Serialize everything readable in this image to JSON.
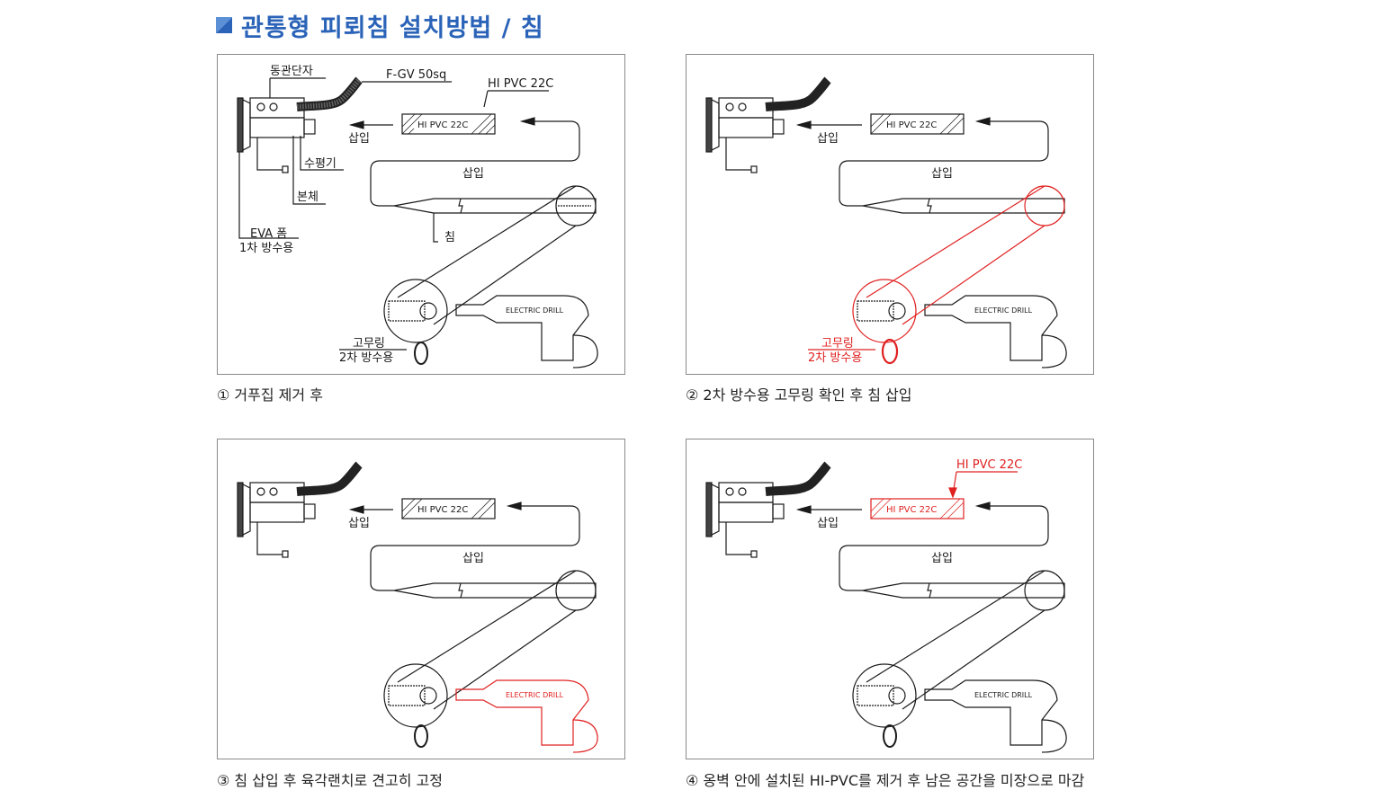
{
  "title": "관통형 피뢰침 설치방법 / 침",
  "colors": {
    "title": "#2a63b8",
    "line": "#1a1a1a",
    "highlight": "#e02020",
    "frame": "#8a8a8a"
  },
  "labels": {
    "terminal": "동관단자",
    "wire": "F-GV 50sq",
    "pipe": "HI PVC 22C",
    "pipe_inner": "HI PVC 22C",
    "insert": "삽입",
    "level": "수평기",
    "body": "본체",
    "foam_1": "EVA 폼",
    "foam_2": "1차 방수용",
    "rod": "침",
    "drill": "ELECTRIC DRILL",
    "ring_1": "고무링",
    "ring_2": "2차 방수용"
  },
  "captions": [
    "① 거푸집 제거 후",
    "② 2차 방수용 고무링 확인 후 침 삽입",
    "③ 침 삽입 후 육각랜치로 견고히 고정",
    "④ 옹벽 안에 설치된 HI-PVC를 제거 후 남은 공간을 미장으로 마감"
  ]
}
